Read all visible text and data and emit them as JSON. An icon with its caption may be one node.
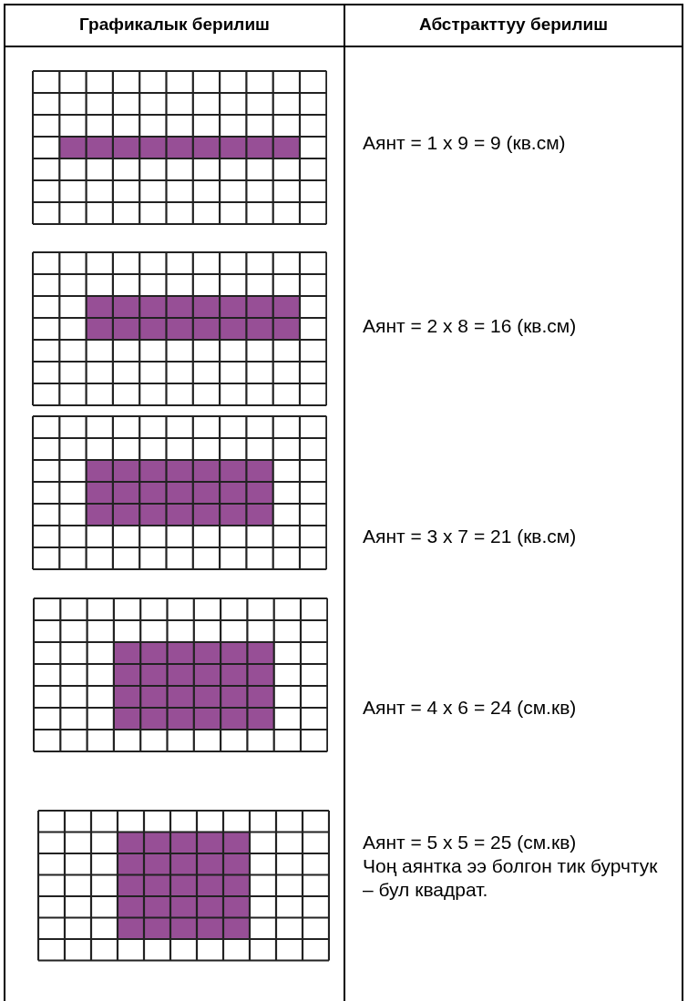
{
  "diagram": {
    "labels": [
      "Графикалык берилиш",
      "Абстракттуу берилиш",
      "Аянт = 1 х 9 = 9 (кв.см)",
      "Аянт = 2 х 8 = 16 (кв.см)",
      "Аянт = 3 х 7 = 21 (кв.см)",
      "Аянт = 4 х 6 = 24 (см.кв)",
      "Аянт = 5 х 5 = 25 (см.кв)",
      "Чоң аянтка ээ болгон тик бурчтук – бул квадрат."
    ]
  }
}
